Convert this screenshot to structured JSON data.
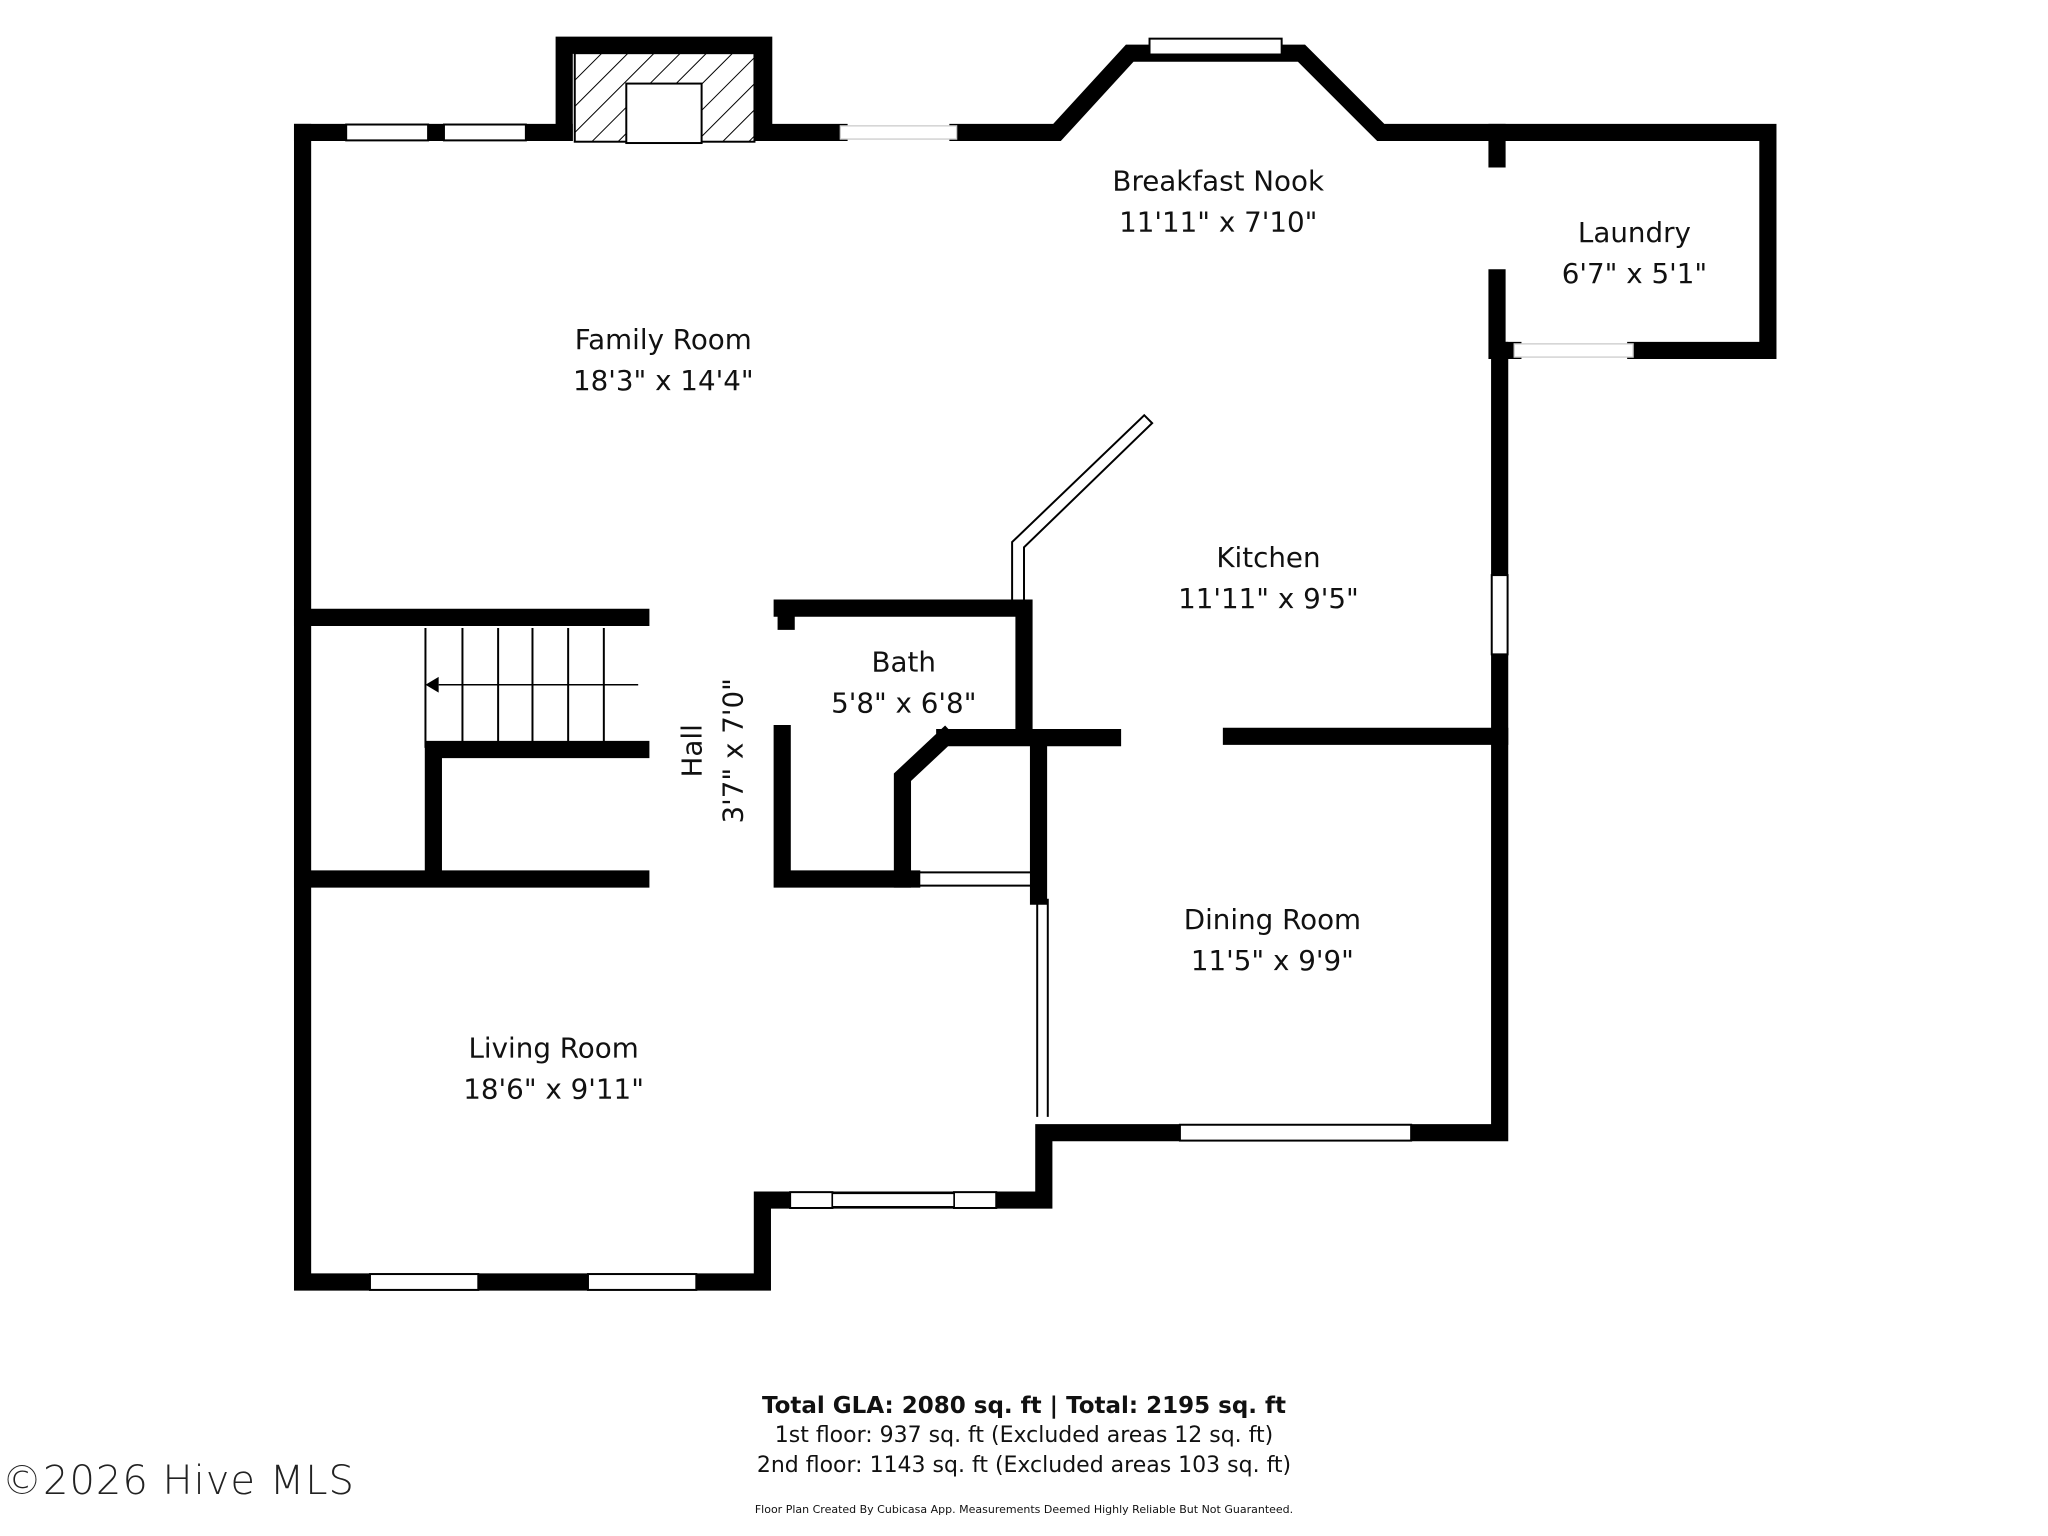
{
  "rooms": [
    {
      "name": "Family Room",
      "size": "18'3\" x 14'4\""
    },
    {
      "name": "Breakfast Nook",
      "size": "11'11\" x 7'10\""
    },
    {
      "name": "Laundry",
      "size": "6'7\" x 5'1\""
    },
    {
      "name": "Kitchen",
      "size": "11'11\" x 9'5\""
    },
    {
      "name": "Bath",
      "size": "5'8\" x 6'8\""
    },
    {
      "name": "Hall",
      "size": "3'7\" x 7'0\""
    },
    {
      "name": "Dining Room",
      "size": "11'5\" x 9'9\""
    },
    {
      "name": "Living Room",
      "size": "18'6\" x 9'11\""
    }
  ],
  "summary": {
    "total": "Total GLA: 2080 sq. ft | Total: 2195 sq. ft",
    "floor1": "1st floor: 937 sq. ft (Excluded areas 12 sq. ft)",
    "floor2": "2nd floor: 1143 sq. ft (Excluded areas 103 sq. ft)",
    "disclaimer": "Floor Plan Created By Cubicasa App. Measurements Deemed Highly Reliable But Not Guaranteed."
  },
  "watermark": "©2026 Hive MLS"
}
